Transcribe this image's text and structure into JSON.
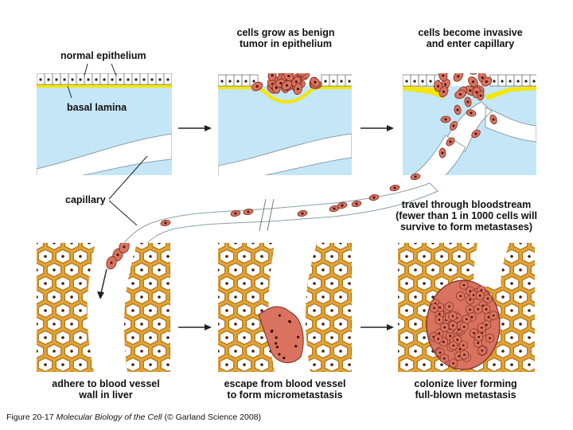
{
  "labels": {
    "normal_epithelium": "normal epithelium",
    "basal_lamina": "basal lamina",
    "benign_tumor": [
      "cells grow as benign",
      "tumor in epithelium"
    ],
    "invasive": [
      "cells become invasive",
      "and enter capillary"
    ],
    "capillary": "capillary",
    "bloodstream": [
      "travel through bloodstream",
      "(fewer than 1 in 1000 cells will",
      "survive to form metastases)"
    ],
    "adhere": [
      "adhere to blood vessel",
      "wall in liver"
    ],
    "escape": [
      "escape from blood vessel",
      "to form micrometastasis"
    ],
    "colonize": [
      "colonize liver forming",
      "full-blown metastasis"
    ]
  },
  "caption": {
    "prefix": "Figure 20-17 ",
    "book": "Molecular Biology of the Cell",
    "suffix": " (© Garland Science 2008)"
  },
  "colors": {
    "tissue": "#c5e6f7",
    "basal_lamina": "#f3e600",
    "tumor_cell": "#d9735f",
    "tumor_outline": "#7a2a1e",
    "liver_tissue": "#e3a437",
    "capillary_wall": "#ffffff"
  }
}
